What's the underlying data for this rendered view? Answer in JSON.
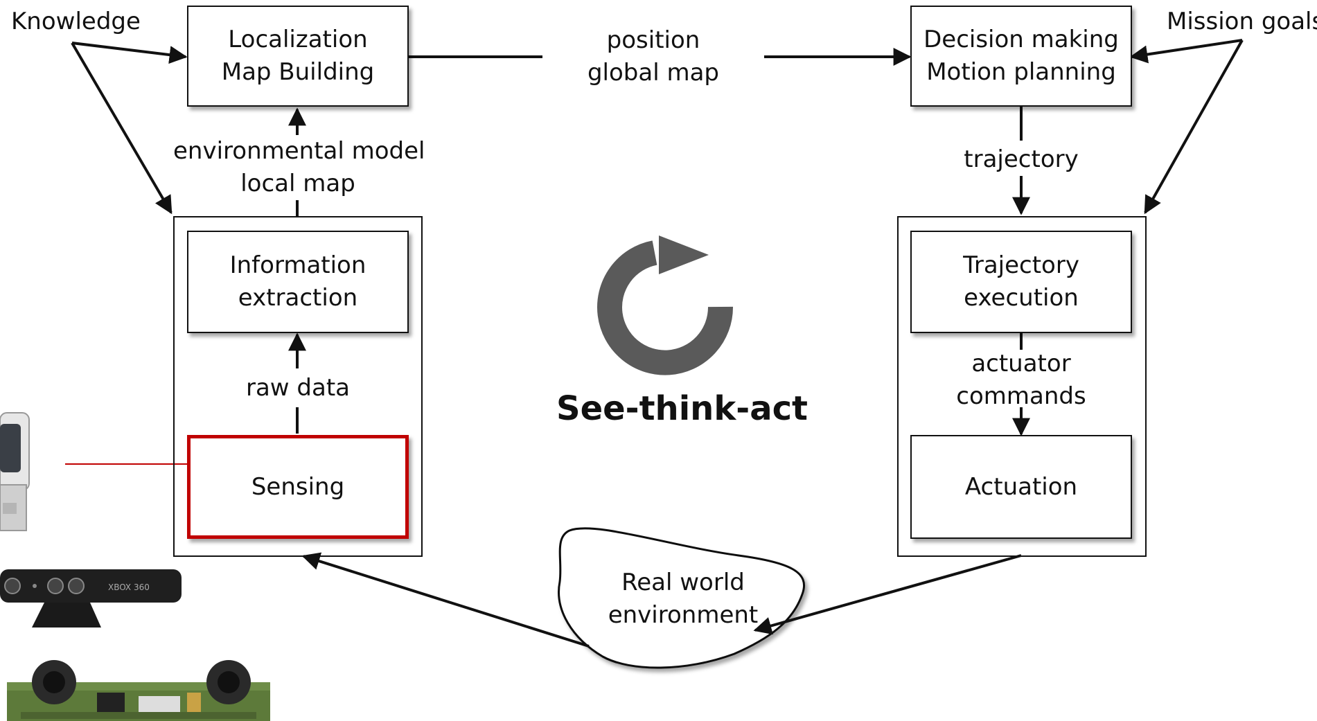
{
  "corner": {
    "knowledge": "Knowledge",
    "mission_goals": "Mission goals"
  },
  "boxes": {
    "localization_line1": "Localization",
    "localization_line2": "Map Building",
    "decision_line1": "Decision making",
    "decision_line2": "Motion planning",
    "information_line1": "Information",
    "information_line2": "extraction",
    "sensing": "Sensing",
    "trajectory_exec_line1": "Trajectory",
    "trajectory_exec_line2": "execution",
    "actuation": "Actuation",
    "real_world_line1": "Real world",
    "real_world_line2": "environment"
  },
  "edges": {
    "position": "position",
    "global_map": "global map",
    "env_model": "environmental model",
    "local_map": "local map",
    "raw_data": "raw data",
    "trajectory": "trajectory",
    "actuator": "actuator",
    "commands": "commands"
  },
  "center": {
    "title": "See-think-act"
  },
  "colors": {
    "line": "#111111",
    "highlight": "#c00000",
    "cycle_icon": "#5a5a5a"
  },
  "icons": [
    "lidar-sensor-icon",
    "kinect-sensor-icon",
    "stereo-camera-board-icon",
    "cycle-arrow-icon"
  ]
}
